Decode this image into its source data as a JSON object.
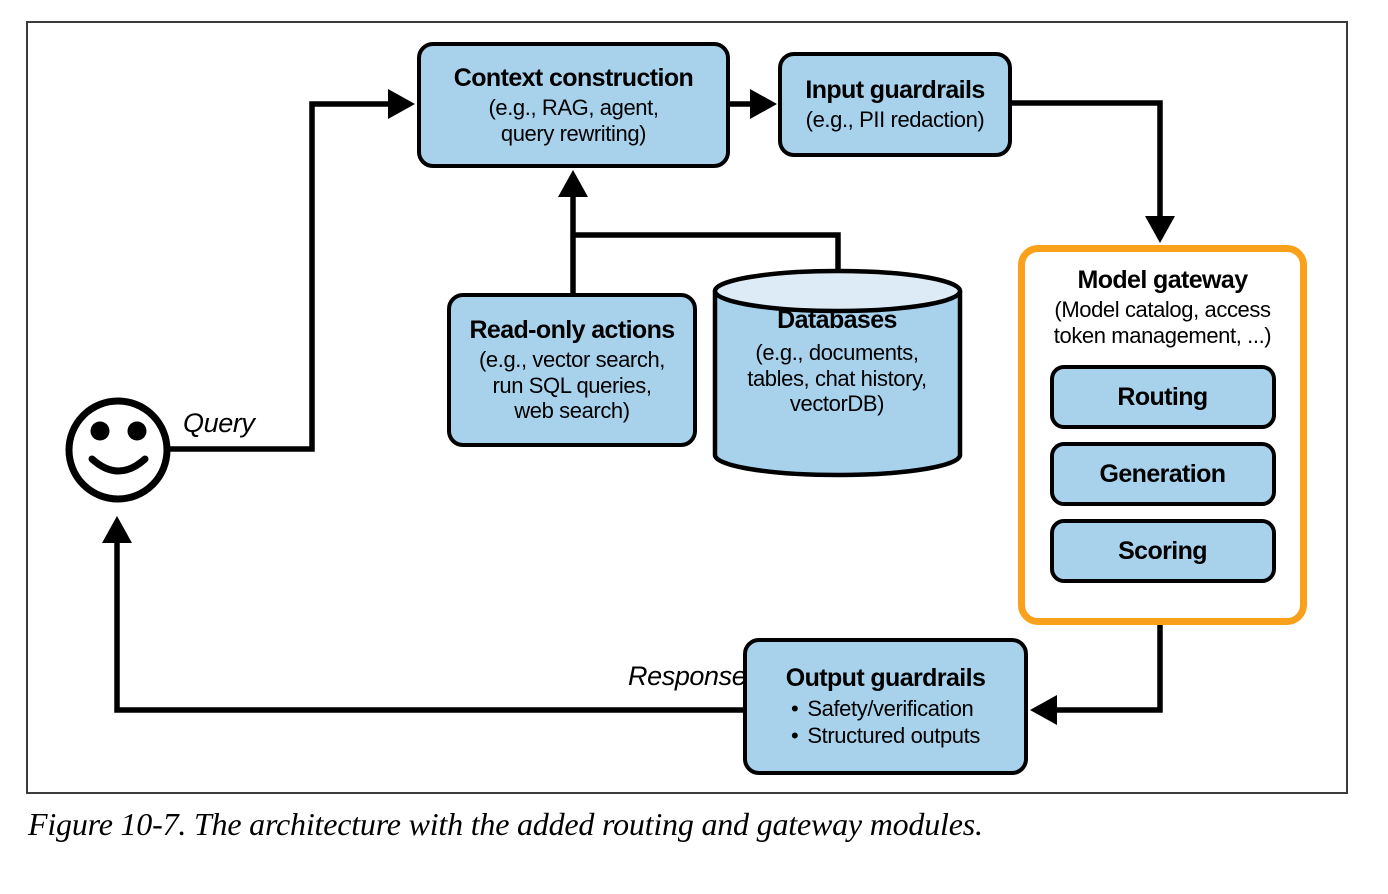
{
  "figure": {
    "caption": "Figure 10-7. The architecture with the added routing and gateway modules."
  },
  "labels": {
    "query": "Query",
    "response": "Response"
  },
  "glyphs": {
    "bullet": "•"
  },
  "nodes": {
    "context_construction": {
      "title": "Context construction",
      "subtitle": "(e.g., RAG, agent,\nquery rewriting)"
    },
    "input_guardrails": {
      "title": "Input guardrails",
      "subtitle": "(e.g., PII redaction)"
    },
    "read_only_actions": {
      "title": "Read-only actions",
      "subtitle": "(e.g., vector search,\nrun SQL queries,\nweb search)"
    },
    "databases": {
      "title": "Databases",
      "subtitle": "(e.g., documents,\ntables, chat history,\nvectorDB)"
    },
    "model_gateway": {
      "title": "Model gateway",
      "subtitle": "(Model catalog, access\ntoken management, ...)",
      "modules": [
        "Routing",
        "Generation",
        "Scoring"
      ]
    },
    "output_guardrails": {
      "title": "Output guardrails",
      "bullets": [
        "Safety/verification",
        "Structured outputs"
      ]
    }
  },
  "colors": {
    "node_fill": "#a8d2ec",
    "cylinder_top_fill": "#ddebf7",
    "gateway_border": "#f9a11b",
    "connector": "#000000",
    "frame_border": "#3c3c3c"
  }
}
